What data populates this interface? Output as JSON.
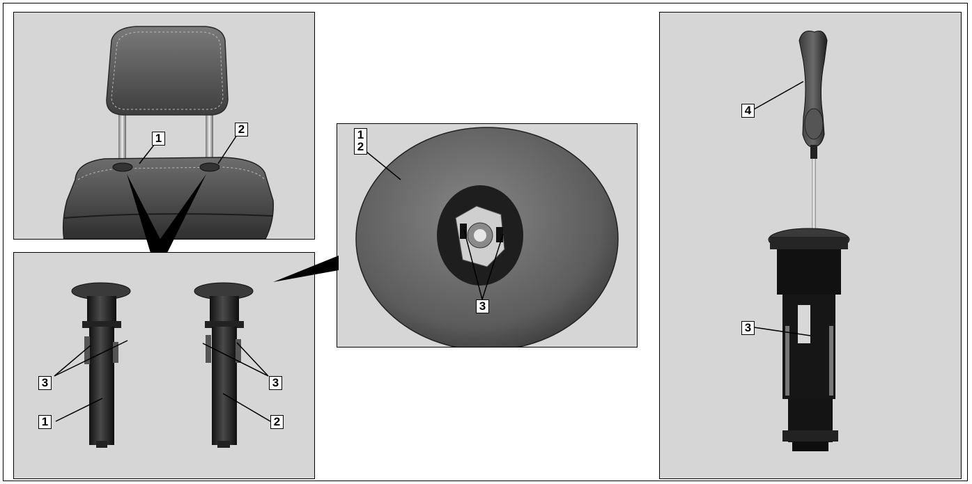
{
  "labels": {
    "headrest_left_guide": "1",
    "headrest_right_guide": "2",
    "guide1_lock_tabs": "3",
    "guide1_part": "1",
    "guide2_lock_tabs": "3",
    "guide2_part": "2",
    "closeup_part_top": "1",
    "closeup_part_bottom": "2",
    "closeup_lock_tabs": "3",
    "screwdriver": "4",
    "right_lock_tab": "3"
  },
  "colors": {
    "panel_background": "#d6d6d6",
    "label_background": "#ffffff",
    "outline": "#000000"
  }
}
